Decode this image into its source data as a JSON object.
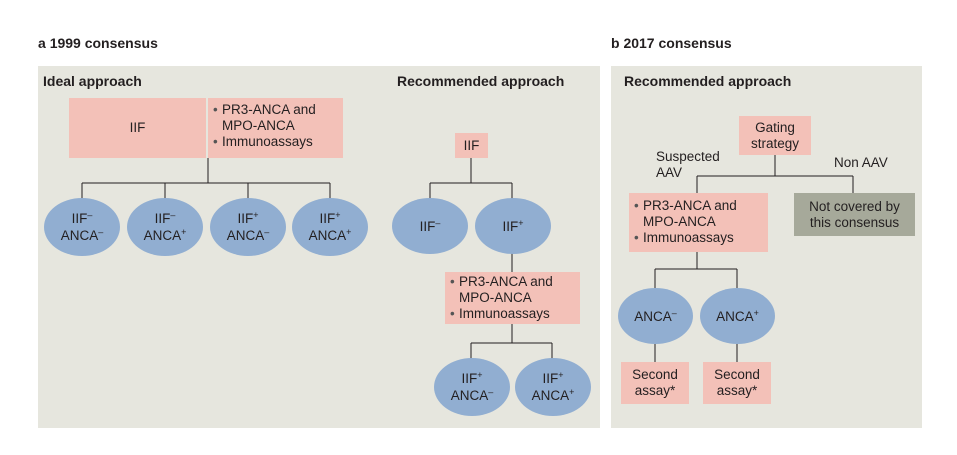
{
  "panel_a": {
    "letter": "a",
    "title": "1999 consensus",
    "ideal_title": "Ideal approach",
    "recommended_title": "Recommended approach",
    "ideal": {
      "iif_box": "IIF",
      "assay_line1": "PR3-ANCA and",
      "assay_line2": "MPO-ANCA",
      "assay_line3": "Immunoassays",
      "outcomes": [
        {
          "l1": "IIF",
          "s1": "–",
          "l2": "ANCA",
          "s2": "–"
        },
        {
          "l1": "IIF",
          "s1": "–",
          "l2": "ANCA",
          "s2": "+"
        },
        {
          "l1": "IIF",
          "s1": "+",
          "l2": "ANCA",
          "s2": "–"
        },
        {
          "l1": "IIF",
          "s1": "+",
          "l2": "ANCA",
          "s2": "+"
        }
      ]
    },
    "recommended": {
      "iif_box": "IIF",
      "iif_neg": {
        "l": "IIF",
        "s": "–"
      },
      "iif_pos": {
        "l": "IIF",
        "s": "+"
      },
      "assay_line1": "PR3-ANCA and",
      "assay_line2": "MPO-ANCA",
      "assay_line3": "Immunoassays",
      "outcomes": [
        {
          "l1": "IIF",
          "s1": "+",
          "l2": "ANCA",
          "s2": "–"
        },
        {
          "l1": "IIF",
          "s1": "+",
          "l2": "ANCA",
          "s2": "+"
        }
      ]
    }
  },
  "panel_b": {
    "letter": "b",
    "title": "2017 consensus",
    "recommended_title": "Recommended approach",
    "gating_line1": "Gating",
    "gating_line2": "strategy",
    "suspected_line1": "Suspected",
    "suspected_line2": "AAV",
    "non_aav": "Non AAV",
    "not_covered_line1": "Not covered by",
    "not_covered_line2": "this consensus",
    "assay_line1": "PR3-ANCA and",
    "assay_line2": "MPO-ANCA",
    "assay_line3": "Immunoassays",
    "anca_neg": {
      "l": "ANCA",
      "s": "–"
    },
    "anca_pos": {
      "l": "ANCA",
      "s": "+"
    },
    "second_assay_line1": "Second",
    "second_assay_line2": "assay*"
  },
  "colors": {
    "panel_bg": "#e6e6de",
    "pink_box": "#f3c1b8",
    "blue_ellipse": "#91aed1",
    "gray_box": "#a6a99a"
  }
}
